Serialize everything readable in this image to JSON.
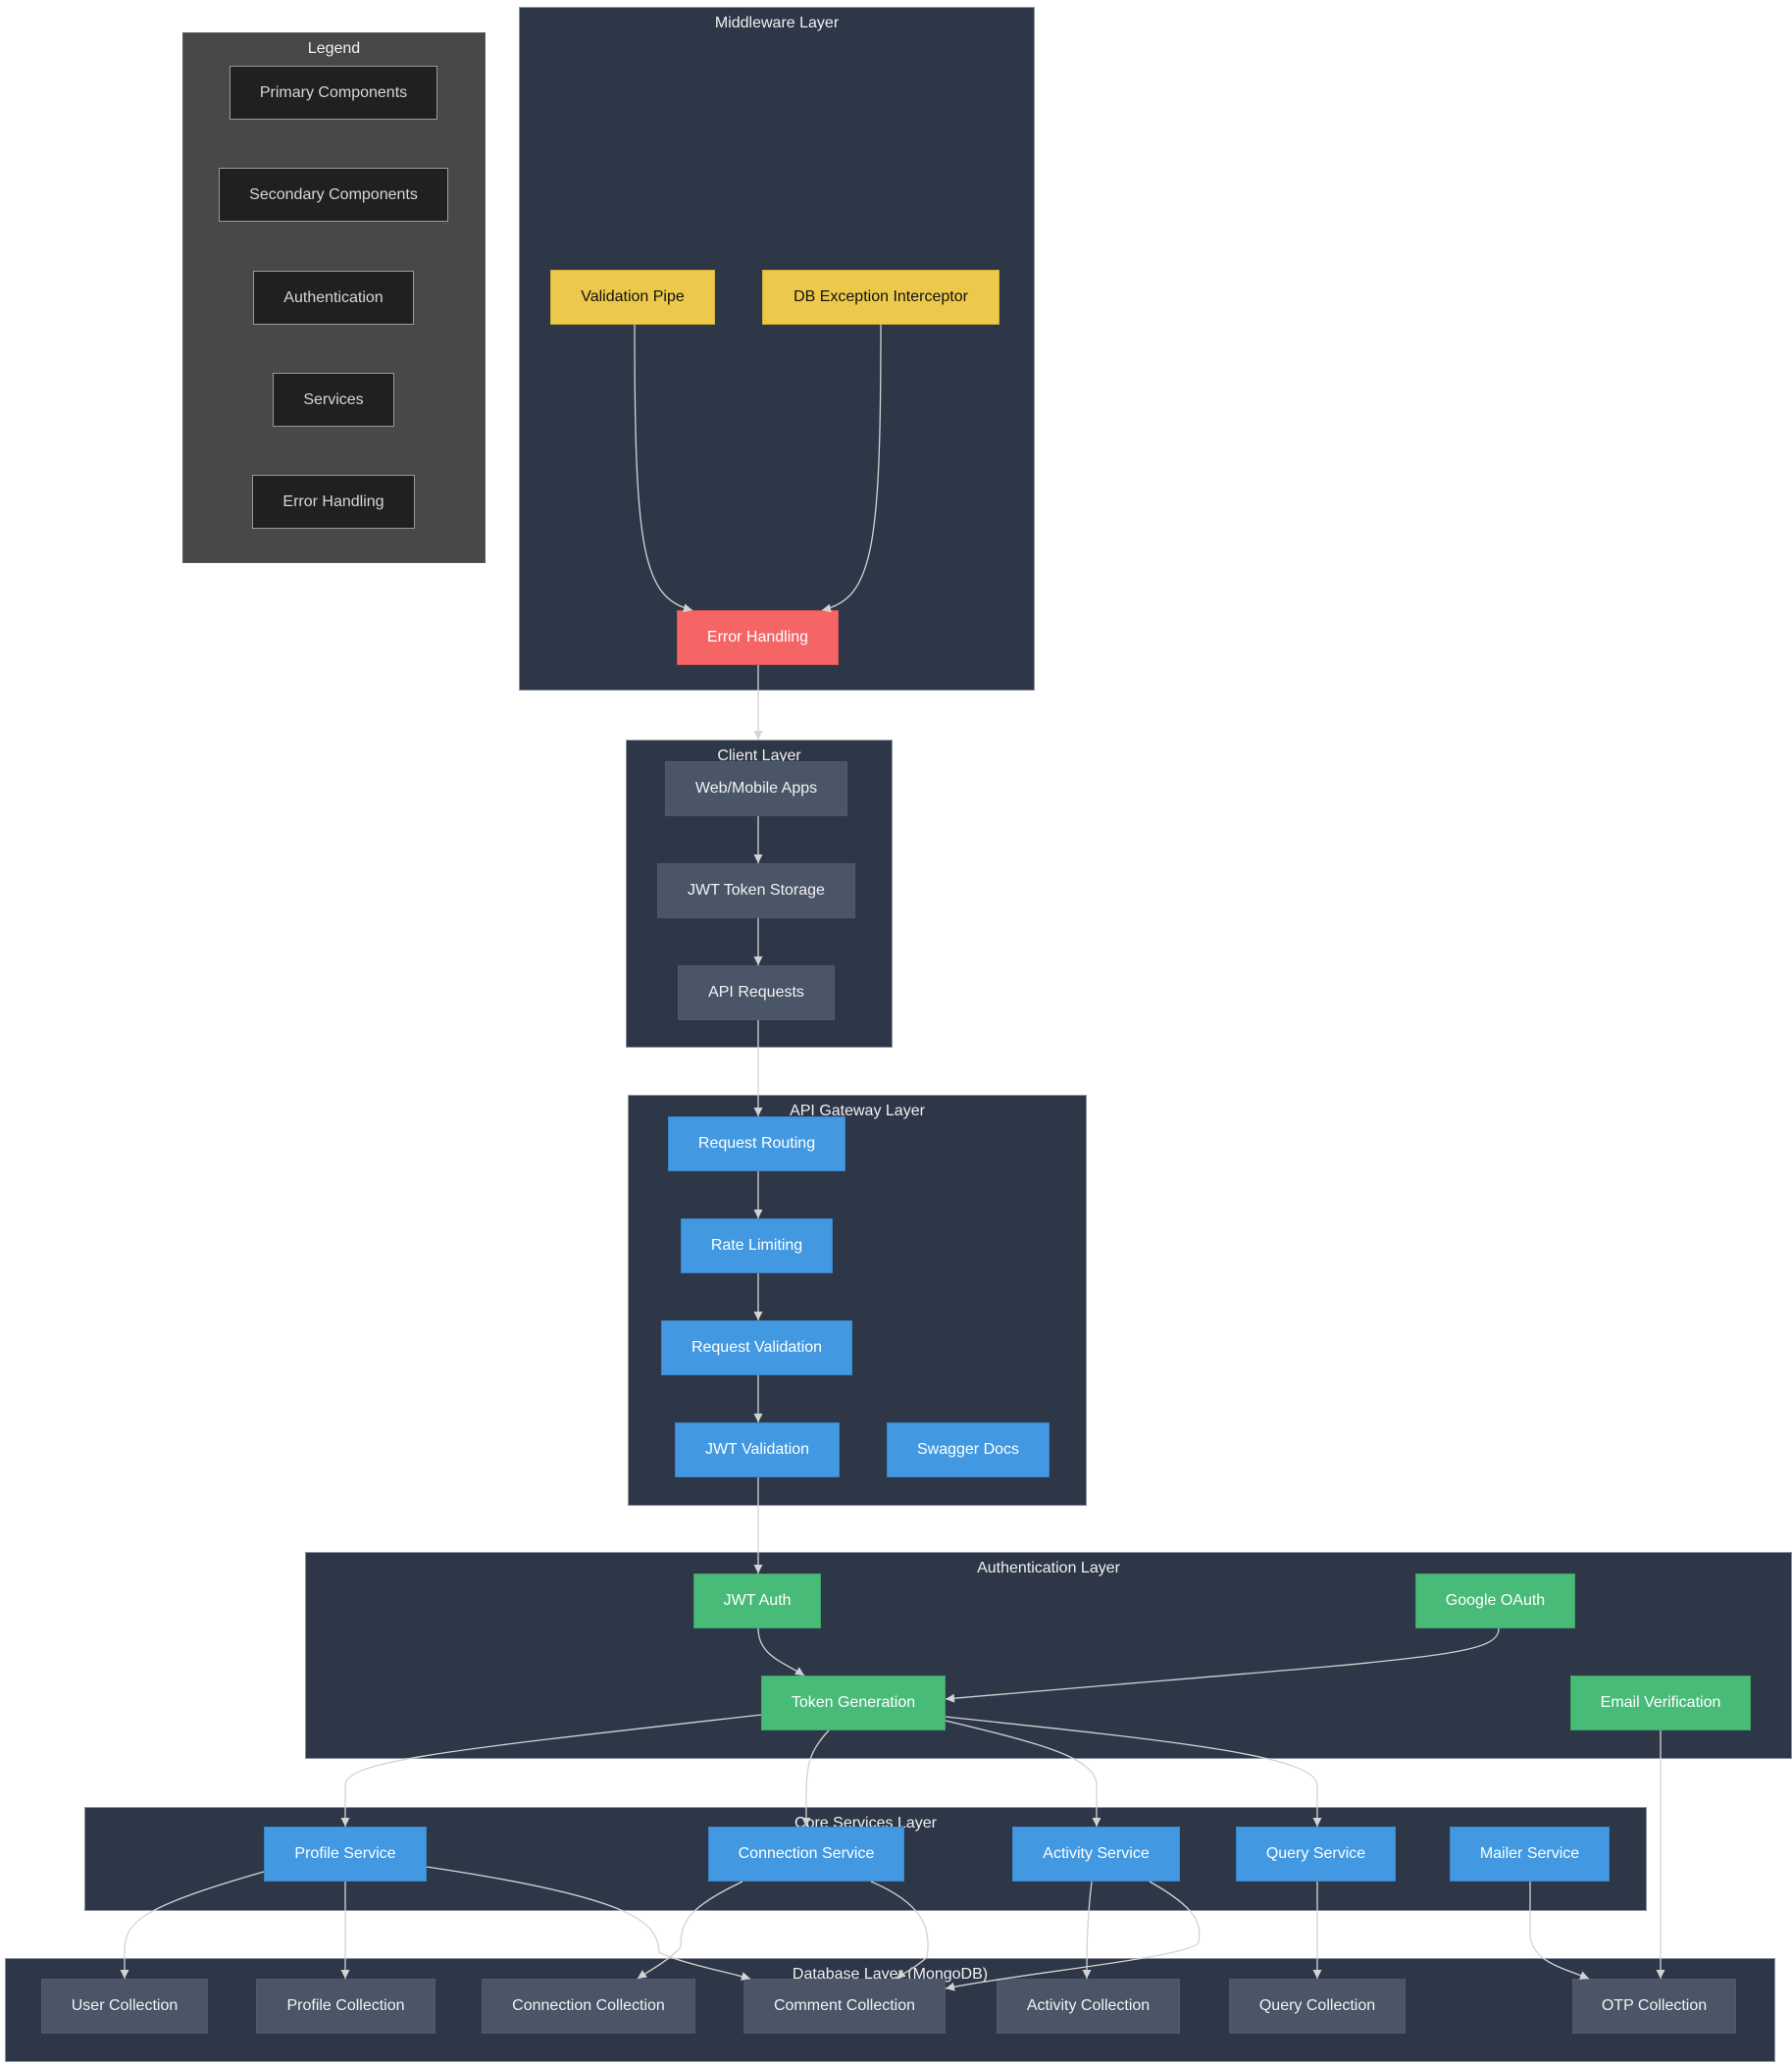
{
  "diagram": {
    "legend": {
      "title": "Legend",
      "items": [
        "Primary Components",
        "Secondary Components",
        "Authentication",
        "Services",
        "Error Handling"
      ]
    },
    "middleware": {
      "title": "Middleware Layer",
      "validation_pipe": "Validation Pipe",
      "db_exception_interceptor": "DB Exception Interceptor",
      "error_handling": "Error Handling"
    },
    "client": {
      "title": "Client Layer",
      "web_mobile_apps": "Web/Mobile Apps",
      "jwt_token_storage": "JWT Token Storage",
      "api_requests": "API Requests"
    },
    "api_gateway": {
      "title": "API Gateway Layer",
      "request_routing": "Request Routing",
      "rate_limiting": "Rate Limiting",
      "request_validation": "Request Validation",
      "jwt_validation": "JWT Validation",
      "swagger_docs": "Swagger Docs"
    },
    "authentication": {
      "title": "Authentication Layer",
      "jwt_auth": "JWT Auth",
      "google_oauth": "Google OAuth",
      "token_generation": "Token Generation",
      "email_verification": "Email Verification"
    },
    "core_services": {
      "title": "Core Services Layer",
      "profile_service": "Profile Service",
      "connection_service": "Connection Service",
      "activity_service": "Activity Service",
      "query_service": "Query Service",
      "mailer_service": "Mailer Service"
    },
    "database": {
      "title": "Database Layer (MongoDB)",
      "user_collection": "User Collection",
      "profile_collection": "Profile Collection",
      "connection_collection": "Connection Collection",
      "comment_collection": "Comment Collection",
      "activity_collection": "Activity Collection",
      "query_collection": "Query Collection",
      "otp_collection": "OTP Collection"
    },
    "edges": [
      [
        "validation-pipe",
        "error-handling"
      ],
      [
        "db-exception-interceptor",
        "error-handling"
      ],
      [
        "error-handling",
        "client-layer"
      ],
      [
        "web-mobile-apps",
        "jwt-token-storage"
      ],
      [
        "jwt-token-storage",
        "api-requests"
      ],
      [
        "api-requests",
        "request-routing"
      ],
      [
        "request-routing",
        "rate-limiting"
      ],
      [
        "rate-limiting",
        "request-validation"
      ],
      [
        "request-validation",
        "jwt-validation"
      ],
      [
        "jwt-validation",
        "jwt-auth"
      ],
      [
        "jwt-auth",
        "token-generation"
      ],
      [
        "google-oauth",
        "token-generation"
      ],
      [
        "token-generation",
        "profile-service"
      ],
      [
        "token-generation",
        "connection-service"
      ],
      [
        "token-generation",
        "activity-service"
      ],
      [
        "token-generation",
        "query-service"
      ],
      [
        "email-verification",
        "otp-collection"
      ],
      [
        "profile-service",
        "user-collection"
      ],
      [
        "profile-service",
        "profile-collection"
      ],
      [
        "profile-service",
        "comment-collection"
      ],
      [
        "connection-service",
        "connection-collection"
      ],
      [
        "connection-service",
        "comment-collection"
      ],
      [
        "activity-service",
        "activity-collection"
      ],
      [
        "activity-service",
        "comment-collection"
      ],
      [
        "query-service",
        "query-collection"
      ],
      [
        "mailer-service",
        "otp-collection"
      ]
    ],
    "colors": {
      "cluster_bg": "#2e3748",
      "legend_bg": "#474848",
      "client_node": "#4a5568",
      "api_node": "#4299e1",
      "auth_node": "#48bb78",
      "middleware_node": "#ecc94b",
      "error_node": "#f56565",
      "edge": "#d3d3d3"
    }
  }
}
